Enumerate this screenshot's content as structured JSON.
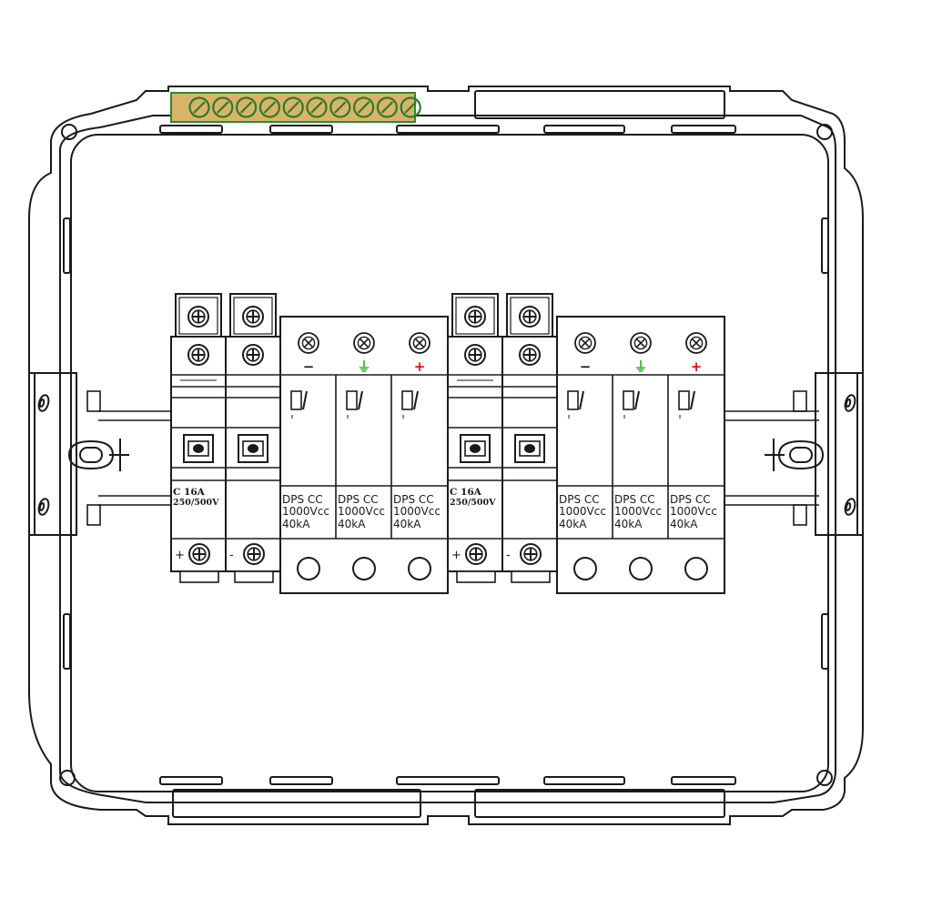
{
  "colors": {
    "line": "#1a1a1a",
    "terminal_block_fill": "#d9b36a",
    "terminal_block_border": "#2d8a2d",
    "terminal_block_screw": "#2d7a2d",
    "minus_color": "#1a1a1a",
    "ground_color": "#2ab32a",
    "plus_color": "#e01010"
  },
  "terminal_block": {
    "screw_count": 10,
    "screw_icon": "slotted-screw-icon"
  },
  "breakers": [
    {
      "rating": "C 16A",
      "voltage": "250/500V",
      "pole_labels": [
        "+",
        "-"
      ]
    },
    {
      "rating": "C 16A",
      "voltage": "250/500V",
      "pole_labels": [
        "+",
        "-"
      ]
    }
  ],
  "spds": [
    {
      "symbols": [
        "−",
        "⏚",
        "+"
      ],
      "modules": [
        {
          "line1": "DPS CC",
          "line2": "1000Vcc",
          "line3": "40kA"
        },
        {
          "line1": "DPS CC",
          "line2": "1000Vcc",
          "line3": "40kA"
        },
        {
          "line1": "DPS CC",
          "line2": "1000Vcc",
          "line3": "40kA"
        }
      ]
    },
    {
      "symbols": [
        "−",
        "⏚",
        "+"
      ],
      "modules": [
        {
          "line1": "DPS CC",
          "line2": "1000Vcc",
          "line3": "40kA"
        },
        {
          "line1": "DPS CC",
          "line2": "1000Vcc",
          "line3": "40kA"
        },
        {
          "line1": "DPS CC",
          "line2": "1000Vcc",
          "line3": "40kA"
        }
      ]
    }
  ]
}
